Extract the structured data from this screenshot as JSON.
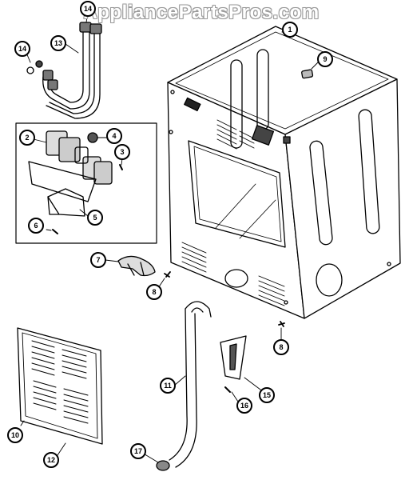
{
  "watermark": "AppliancePartsPros.com",
  "callouts": [
    {
      "num": "1"
    },
    {
      "num": "2"
    },
    {
      "num": "3"
    },
    {
      "num": "4"
    },
    {
      "num": "5"
    },
    {
      "num": "6"
    },
    {
      "num": "7"
    },
    {
      "num": "8"
    },
    {
      "num": "8"
    },
    {
      "num": "9"
    },
    {
      "num": "10"
    },
    {
      "num": "11"
    },
    {
      "num": "12"
    },
    {
      "num": "13"
    },
    {
      "num": "14"
    },
    {
      "num": "14"
    },
    {
      "num": "15"
    },
    {
      "num": "16"
    },
    {
      "num": "17"
    }
  ],
  "parts": [
    {
      "icon": "hose-assembly-icon"
    },
    {
      "icon": "water-valve-icon"
    },
    {
      "icon": "cabinet-icon"
    },
    {
      "icon": "drain-hose-icon"
    },
    {
      "icon": "hose-clip-bracket-icon"
    },
    {
      "icon": "rear-panel-icon"
    },
    {
      "icon": "wire-clip-icon"
    },
    {
      "icon": "screw-icon"
    }
  ]
}
